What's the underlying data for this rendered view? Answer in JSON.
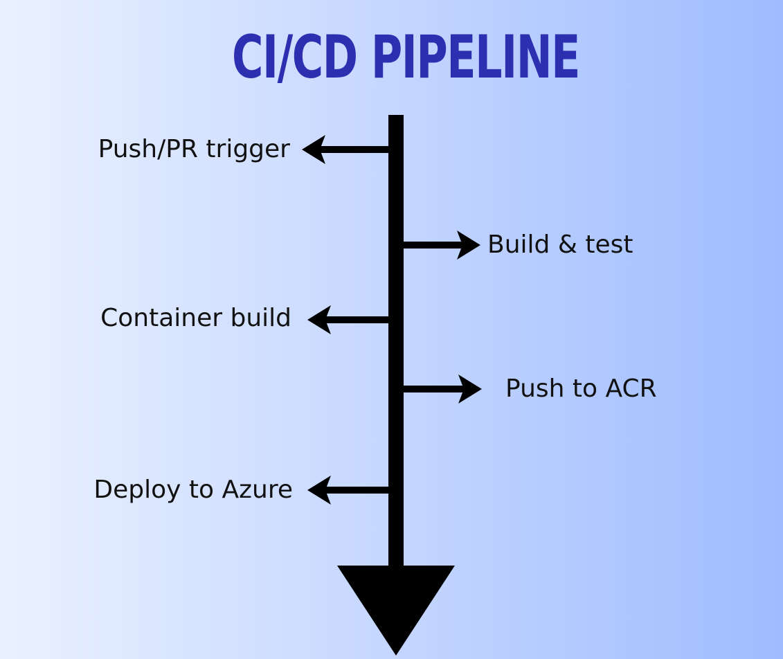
{
  "title": "CI/CD PIPELINE",
  "colors": {
    "title": "#2c2fb0",
    "ink": "#000000",
    "background_start": "#eaf1ff",
    "background_end": "#9ebcff"
  },
  "steps": [
    {
      "label": "Push/PR trigger",
      "side": "left"
    },
    {
      "label": "Build & test",
      "side": "right"
    },
    {
      "label": "Container build",
      "side": "left"
    },
    {
      "label": "Push to ACR",
      "side": "right"
    },
    {
      "label": "Deploy to Azure",
      "side": "left"
    }
  ]
}
